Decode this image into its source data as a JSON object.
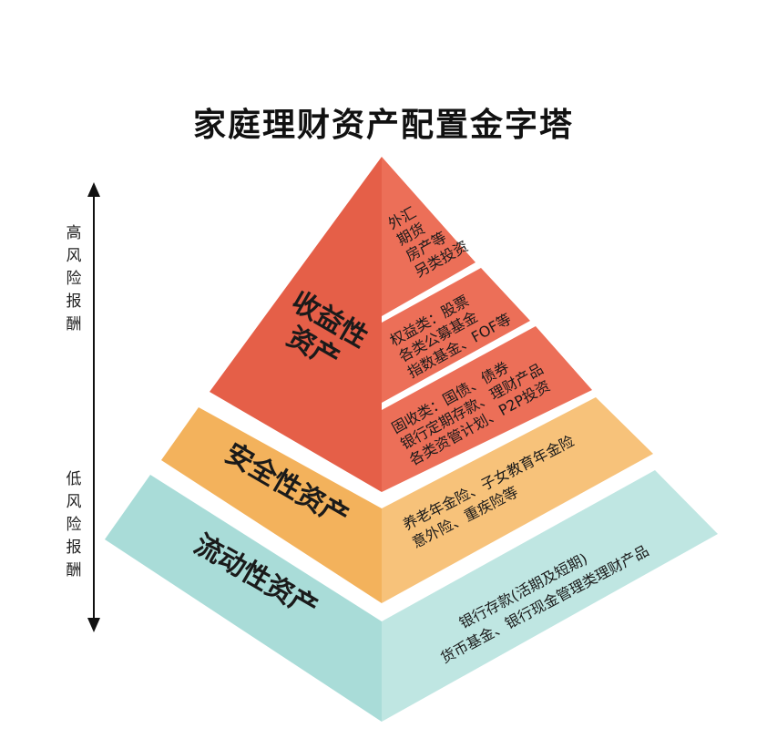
{
  "title": "家庭理财资产配置金字塔",
  "risk_axis": {
    "high": [
      "高",
      "风",
      "险",
      "报",
      "酬"
    ],
    "low": [
      "低",
      "风",
      "险",
      "报",
      "酬"
    ]
  },
  "tiers": {
    "top": {
      "name": [
        "收益性",
        "资产"
      ],
      "color": "#e8664f",
      "sub": [
        [
          "外汇",
          "期货",
          "房产等",
          "另类投资"
        ],
        [
          "权益类：股票",
          "各类公募基金",
          "指数基金、FOF等"
        ],
        [
          "固收类：国债、债券",
          "银行定期存款、理财产品",
          "各类资管计划、P2P投资"
        ]
      ]
    },
    "middle": {
      "name": "安全性资产",
      "color": "#f4b560",
      "sub": [
        "养老年金险、子女教育年金险",
        "意外险、重疾险等"
      ]
    },
    "bottom": {
      "name": "流动性资产",
      "color": "#a9dcd8",
      "sub": [
        "银行存款(活期及短期)",
        "货币基金、银行现金管理类理财产品"
      ]
    }
  }
}
